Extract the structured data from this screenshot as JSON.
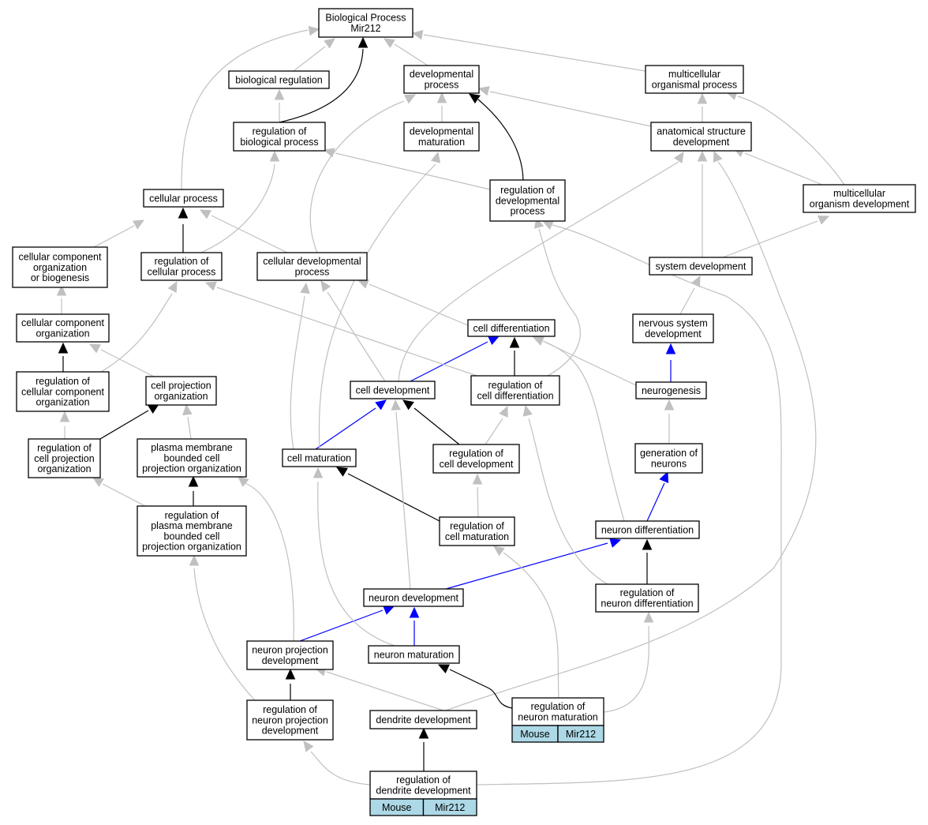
{
  "colors": {
    "edge_default": "#c0c0c0",
    "edge_highlight": "#000000",
    "edge_path": "#0000ff",
    "node_fill": "#ffffff",
    "tag_fill": "#add8e6"
  },
  "nodes": {
    "root": [
      "Biological Process",
      "Mir212"
    ],
    "biological_regulation": [
      "biological regulation"
    ],
    "developmental_process": [
      "developmental",
      "process"
    ],
    "multicellular_organismal_process": [
      "multicellular",
      "organismal process"
    ],
    "regulation_of_biological_process": [
      "regulation of",
      "biological process"
    ],
    "developmental_maturation": [
      "developmental",
      "maturation"
    ],
    "anatomical_structure_development": [
      "anatomical structure",
      "development"
    ],
    "cellular_process": [
      "cellular process"
    ],
    "regulation_of_developmental_process": [
      "regulation of",
      "developmental",
      "process"
    ],
    "multicellular_organism_development": [
      "multicellular",
      "organism development"
    ],
    "cellular_component_organization_or_biogenesis": [
      "cellular component",
      "organization",
      "or biogenesis"
    ],
    "regulation_of_cellular_process": [
      "regulation of",
      "cellular process"
    ],
    "cellular_developmental_process": [
      "cellular developmental",
      "process"
    ],
    "system_development": [
      "system development"
    ],
    "cellular_component_organization": [
      "cellular component",
      "organization"
    ],
    "cell_differentiation": [
      "cell differentiation"
    ],
    "nervous_system_development": [
      "nervous system",
      "development"
    ],
    "regulation_of_cellular_component_organization": [
      "regulation of",
      "cellular component",
      "organization"
    ],
    "cell_projection_organization": [
      "cell projection",
      "organization"
    ],
    "cell_development": [
      "cell development"
    ],
    "regulation_of_cell_differentiation": [
      "regulation of",
      "cell differentiation"
    ],
    "neurogenesis": [
      "neurogenesis"
    ],
    "regulation_of_cell_projection_organization": [
      "regulation of",
      "cell projection",
      "organization"
    ],
    "plasma_membrane_bounded_cell_projection_organization": [
      "plasma membrane",
      "bounded cell",
      "projection organization"
    ],
    "cell_maturation": [
      "cell maturation"
    ],
    "regulation_of_cell_development": [
      "regulation of",
      "cell development"
    ],
    "generation_of_neurons": [
      "generation of",
      "neurons"
    ],
    "regulation_of_plasma_membrane_bounded_cell_projection_organization": [
      "regulation of",
      "plasma membrane",
      "bounded cell",
      "projection organization"
    ],
    "regulation_of_cell_maturation": [
      "regulation of",
      "cell maturation"
    ],
    "neuron_differentiation": [
      "neuron differentiation"
    ],
    "neuron_development": [
      "neuron development"
    ],
    "regulation_of_neuron_differentiation": [
      "regulation of",
      "neuron differentiation"
    ],
    "neuron_projection_development": [
      "neuron projection",
      "development"
    ],
    "neuron_maturation": [
      "neuron maturation"
    ],
    "regulation_of_neuron_projection_development": [
      "regulation of",
      "neuron projection",
      "development"
    ],
    "dendrite_development": [
      "dendrite development"
    ],
    "regulation_of_neuron_maturation": [
      "regulation of",
      "neuron maturation"
    ],
    "regulation_of_dendrite_development": [
      "regulation of",
      "dendrite development"
    ]
  },
  "tags": {
    "regulation_of_neuron_maturation": [
      "Mouse",
      "Mir212"
    ],
    "regulation_of_dendrite_development": [
      "Mouse",
      "Mir212"
    ]
  }
}
